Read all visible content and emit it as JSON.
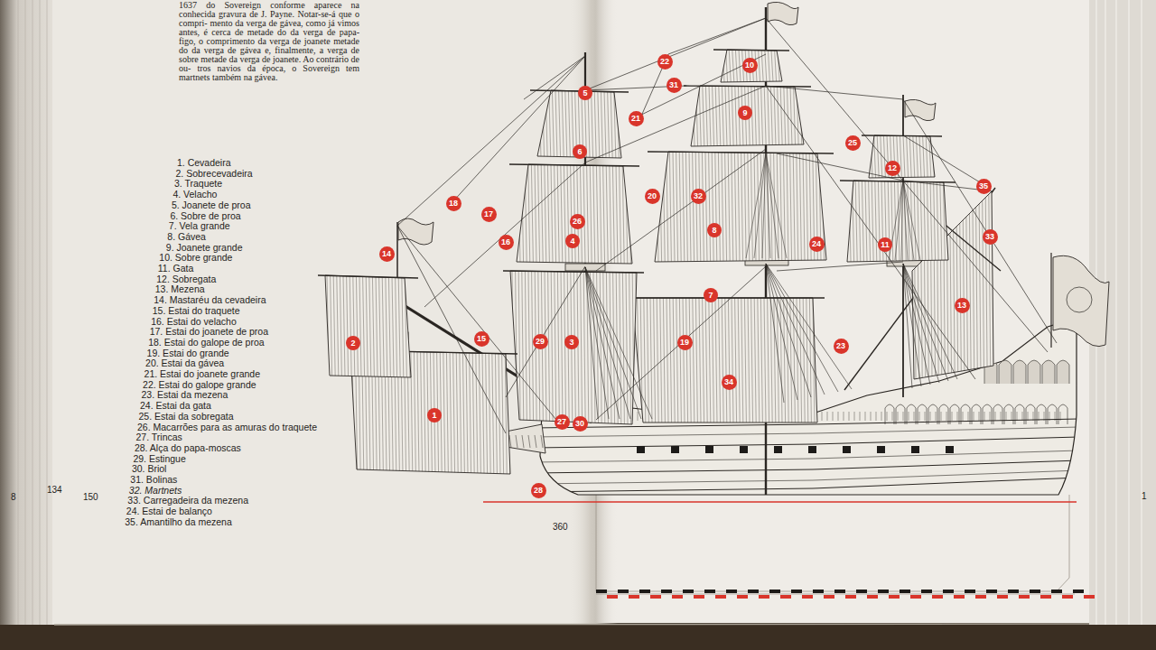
{
  "diagram": {
    "nodes": [
      {
        "text": [
          "22"
        ]
      },
      {
        "text": [
          "10"
        ]
      },
      {
        "text": [
          "31"
        ]
      },
      {
        "text": [
          "5"
        ]
      },
      {
        "text": [
          "9"
        ]
      },
      {
        "text": [
          "21"
        ]
      },
      {
        "text": [
          "25"
        ]
      },
      {
        "text": [
          "6"
        ]
      },
      {
        "text": [
          "12"
        ]
      },
      {
        "text": [
          "35"
        ]
      },
      {
        "text": [
          "20"
        ]
      },
      {
        "text": [
          "32"
        ]
      },
      {
        "text": [
          "18"
        ]
      },
      {
        "text": [
          "17"
        ]
      },
      {
        "text": [
          "26"
        ]
      },
      {
        "text": [
          "8"
        ]
      },
      {
        "text": [
          "33"
        ]
      },
      {
        "text": [
          "4"
        ]
      },
      {
        "text": [
          "16"
        ]
      },
      {
        "text": [
          "24"
        ]
      },
      {
        "text": [
          "11"
        ]
      },
      {
        "text": [
          "14"
        ]
      },
      {
        "text": [
          "7"
        ]
      },
      {
        "text": [
          "13"
        ]
      },
      {
        "text": [
          "15"
        ]
      },
      {
        "text": [
          "29"
        ]
      },
      {
        "text": [
          "3"
        ]
      },
      {
        "text": [
          "19"
        ]
      },
      {
        "text": [
          "2"
        ]
      },
      {
        "text": [
          "23"
        ]
      },
      {
        "text": [
          "34"
        ]
      },
      {
        "text": [
          "1"
        ]
      },
      {
        "text": [
          "27"
        ]
      },
      {
        "text": [
          "30"
        ]
      },
      {
        "text": [
          "28"
        ]
      }
    ],
    "labels": [
      "1637 do Sovereign conforme aparece na conhecida gravura de J. Payne. Notar-se-á que o compri- mento da verga de gávea, como já vimos antes, é cerca de metade do da verga de papa-figo, o comprimento da verga de joanete metade do da verga de gávea e, finalmente, a verga de sobre metade da verga de joanete. Ao contrário de ou- tros navios da época, o Sovereign tem martnets também na gávea.",
      "1. Cevadeira",
      "2. Sobrecevadeira",
      "3. Traquete",
      "4. Velacho",
      "5. Joanete de proa",
      "6. Sobre de proa",
      "7. Vela grande",
      "8. Gávea",
      "9. Joanete grande",
      "10. Sobre grande",
      "11. Gata",
      "12. Sobregata",
      "13. Mezena",
      "14. Mastaréu da cevadeira",
      "15. Estai do traquete",
      "16. Estai do velacho",
      "17. Estai do joanete de proa",
      "18. Estai do galope de proa",
      "19. Estai do grande",
      "20. Estai da gávea",
      "21. Estai do joanete grande",
      "22. Estai do galope grande",
      "23. Estai da mezena",
      "24. Estai da gata",
      "25. Estai da sobregata",
      "26. Macarrões para as amuras do traquete",
      "27. Trincas",
      "28. Alça do papa-moscas",
      "29. Estingue",
      "30. Briol",
      "31. Bolinas",
      "32. Martnets",
      "33. Carregadeira da mezena",
      "24. Estai de balanço",
      "35. Amantilho da mezena",
      "8",
      "134",
      "150",
      "360",
      "1"
    ]
  }
}
